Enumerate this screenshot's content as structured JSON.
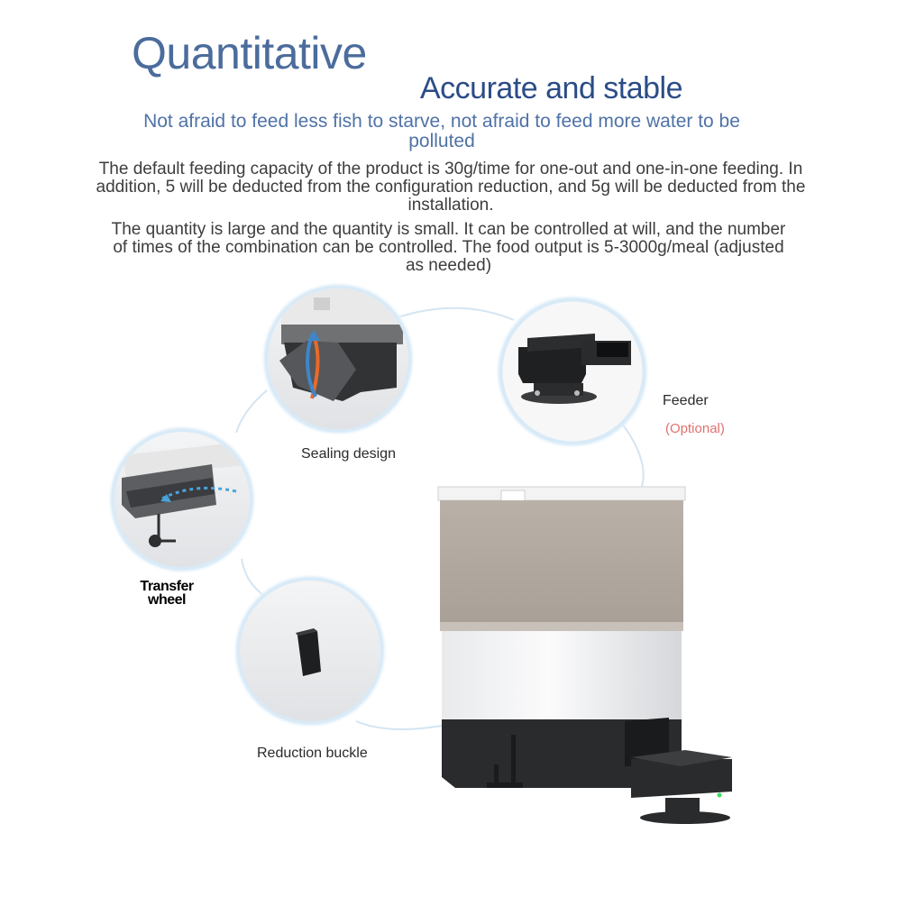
{
  "header": {
    "title": "Quantitative",
    "subtitle": "Accurate and stable",
    "tagline": "Not afraid to feed less fish to starve, not afraid to feed more water to be polluted"
  },
  "description": {
    "paragraph1": "The default feeding capacity of the product is 30g/time for one-out and one-in-one feeding. In addition, 5 will be deducted from the configuration reduction, and 5g will be deducted from the installation.",
    "paragraph2": "The quantity is large and the quantity is small. It can be controlled at will, and the number of times of the combination can be controlled. The food output is 5-3000g/meal (adjusted as needed)"
  },
  "callouts": {
    "sealing_design": "Sealing design",
    "feeder": "Feeder",
    "feeder_note": "(Optional)",
    "transfer_wheel": "Transfer wheel",
    "reduction_buckle": "Reduction buckle"
  },
  "colors": {
    "title": "#4b6c9c",
    "subtitle": "#2b4c86",
    "tagline": "#4f72a6",
    "optional_note": "#e07070",
    "ring_glow": "#cfe5f5",
    "connector_line": "#cfe3f2"
  }
}
